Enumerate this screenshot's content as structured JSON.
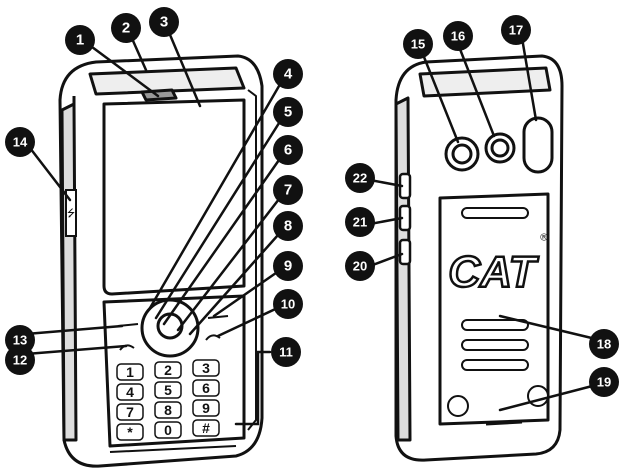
{
  "callouts": [
    "1",
    "2",
    "3",
    "4",
    "5",
    "6",
    "7",
    "8",
    "9",
    "10",
    "11",
    "12",
    "13",
    "14",
    "15",
    "16",
    "17",
    "18",
    "19",
    "20",
    "21",
    "22"
  ],
  "keypad": [
    "1",
    "2",
    "3",
    "4",
    "5",
    "6",
    "7",
    "8",
    "9",
    "*",
    "0",
    "#"
  ],
  "logo": {
    "text": "CAT",
    "mark": "®"
  },
  "usb_symbol": "⭍",
  "colors": {
    "callout_fill": "#111111",
    "callout_text": "#ffffff",
    "phone_outline": "#111111",
    "phone_body": "#ffffff",
    "shade": "#d0d0d0"
  }
}
